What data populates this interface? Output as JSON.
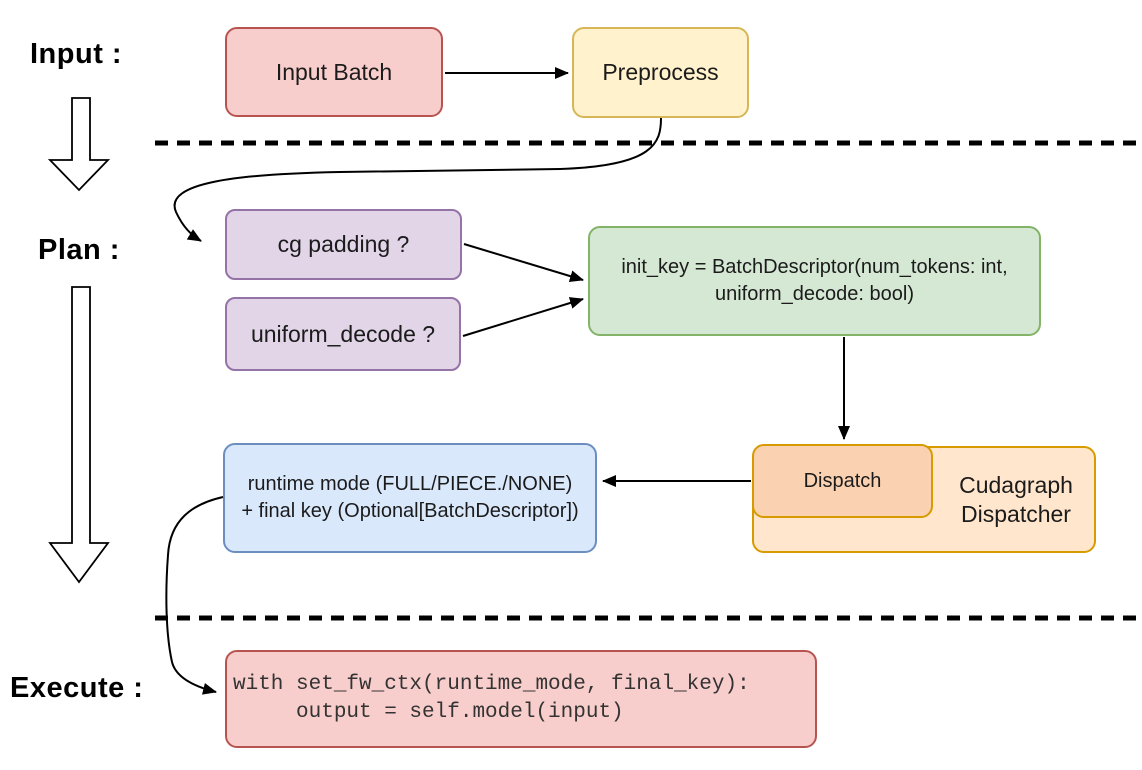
{
  "sections": {
    "input_label": "Input :",
    "plan_label": "Plan :",
    "execute_label": "Execute :"
  },
  "nodes": {
    "input_batch": {
      "label": "Input Batch"
    },
    "preprocess": {
      "label": "Preprocess"
    },
    "cg_padding": {
      "label": "cg padding ?"
    },
    "uniform_decode": {
      "label": "uniform_decode ?"
    },
    "init_key": {
      "line1": "init_key = BatchDescriptor(num_tokens: int,",
      "line2": "uniform_decode: bool)"
    },
    "runtime_result": {
      "line1": "runtime mode (FULL/PIECE./NONE)",
      "line2": "+ final key (Optional[BatchDescriptor])"
    },
    "dispatch": {
      "label": "Dispatch"
    },
    "cudagraph_dispatcher": {
      "label": "Cudagraph Dispatcher"
    },
    "execute_code": {
      "line1": "with set_fw_ctx(runtime_mode, final_key):",
      "line2": "     output = self.model(input)"
    }
  },
  "colors": {
    "red_fill": "#f8cecc",
    "red_stroke": "#b85450",
    "yellow_fill": "#fff2cc",
    "yellow_stroke": "#d6b656",
    "purple_fill": "#e1d5e7",
    "purple_stroke": "#9673a6",
    "green_fill": "#d5e8d4",
    "green_stroke": "#82b366",
    "blue_fill": "#dae8fc",
    "blue_stroke": "#6c8ebf",
    "orange_fill": "#ffe6cc",
    "orange_inner_fill": "#fbd2b1",
    "orange_stroke": "#d79b00",
    "line_color": "#000000"
  }
}
